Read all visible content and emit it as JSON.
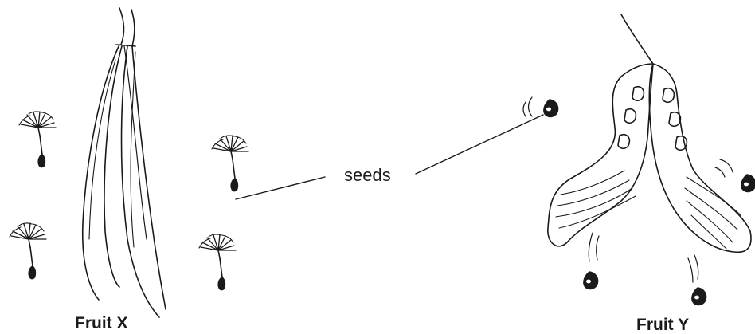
{
  "labels": {
    "seeds": "seeds",
    "fruit_x": "Fruit X",
    "fruit_y": "Fruit Y"
  },
  "colors": {
    "ink": "#1a1a1a",
    "background": "#ffffff"
  }
}
